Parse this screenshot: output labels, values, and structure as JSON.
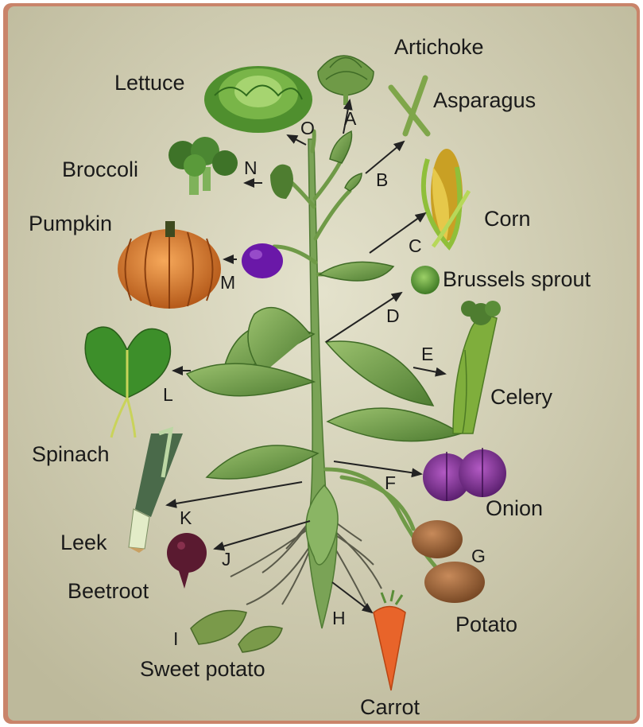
{
  "vegetables": {
    "artichoke": "Artichoke",
    "lettuce": "Lettuce",
    "asparagus": "Asparagus",
    "broccoli": "Broccoli",
    "pumpkin": "Pumpkin",
    "corn": "Corn",
    "brussels_sprout": "Brussels sprout",
    "spinach": "Spinach",
    "celery": "Celery",
    "onion": "Onion",
    "leek": "Leek",
    "beetroot": "Beetroot",
    "potato": "Potato",
    "sweet_potato": "Sweet potato",
    "carrot": "Carrot"
  },
  "letters": {
    "a": "A",
    "b": "B",
    "c": "C",
    "d": "D",
    "e": "E",
    "f": "F",
    "g": "G",
    "h": "H",
    "i": "I",
    "j": "J",
    "k": "K",
    "l": "L",
    "m": "M",
    "n": "N",
    "o": "O"
  },
  "colors": {
    "background": "#d3d0b4",
    "frame": "#c9846a",
    "stem": "#7aa356",
    "leaf": "#6f9a47",
    "text": "#1a1a1a"
  }
}
